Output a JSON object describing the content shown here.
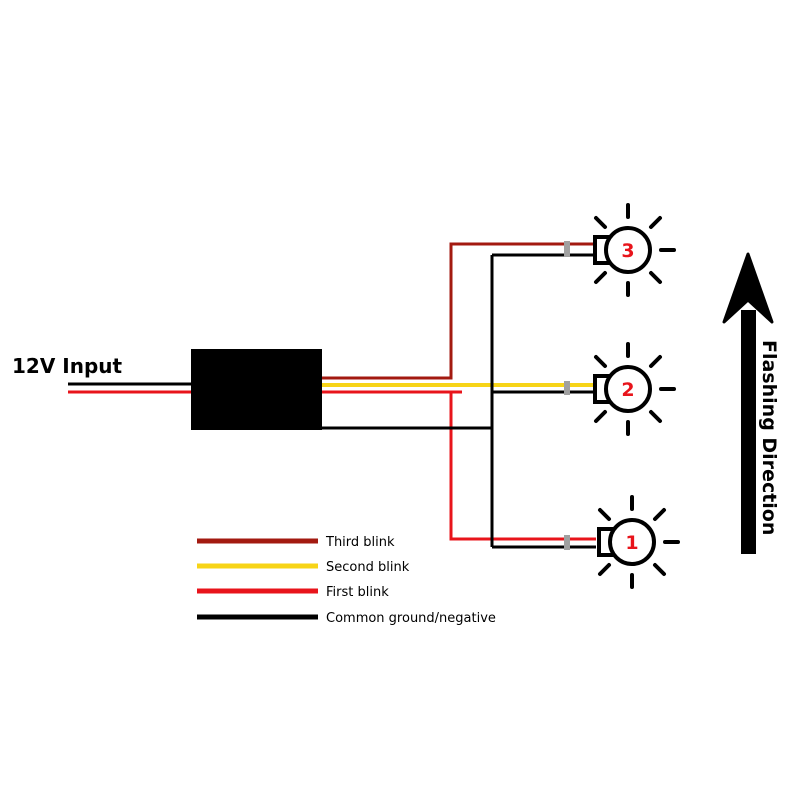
{
  "input_label": "12V Input",
  "direction_label": "Flashing Direction",
  "colors": {
    "third": "#a31a10",
    "second": "#f7d417",
    "first": "#e8141b",
    "ground": "#000000",
    "connector": "#a0a0a0",
    "number": "#e8141b"
  },
  "bulbs": [
    {
      "number": "3",
      "wire": "third"
    },
    {
      "number": "2",
      "wire": "second"
    },
    {
      "number": "1",
      "wire": "first"
    }
  ],
  "legend": [
    {
      "label": "Third blink",
      "color": "#a31a10"
    },
    {
      "label": "Second blink",
      "color": "#f7d417"
    },
    {
      "label": "First blink",
      "color": "#e8141b"
    },
    {
      "label": "Common ground/negative",
      "color": "#000000"
    }
  ]
}
